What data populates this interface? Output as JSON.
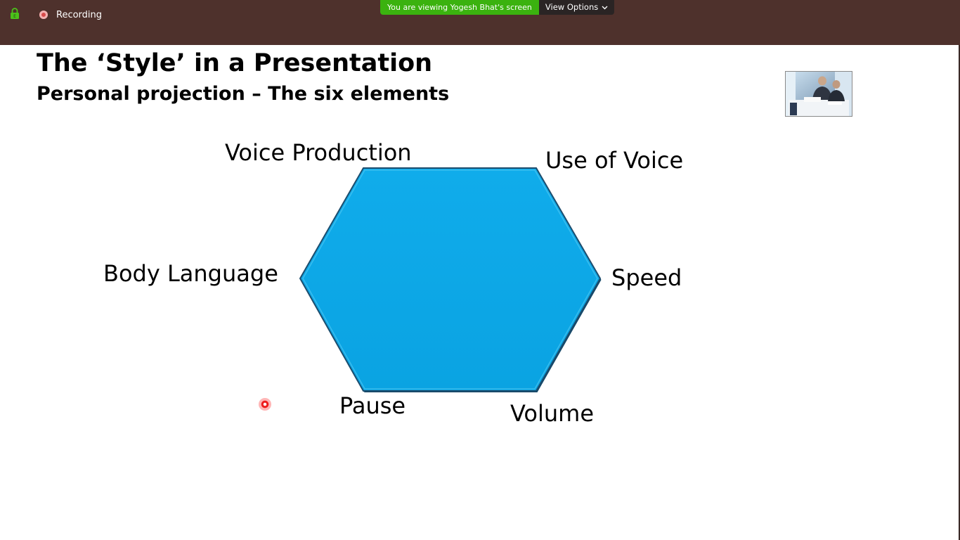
{
  "toolbar": {
    "recording_label": "Recording",
    "share_banner": "You are viewing Yogesh Bhat's screen",
    "view_options_label": "View Options"
  },
  "slide": {
    "title": "The ‘Style’ in a Presentation",
    "subtitle": "Personal projection – The six elements",
    "elements": {
      "top_left": "Voice Production",
      "top_right": "Use of Voice",
      "left": "Body Language",
      "right": "Speed",
      "bottom_left": "Pause",
      "bottom_right": "Volume"
    }
  },
  "colors": {
    "topbar": "#4e312c",
    "banner_green": "#3bb20f",
    "hexagon_fill": "#0aa7e6",
    "hexagon_edge": "#1c4d6e"
  },
  "icons": {
    "lock": "lock-icon",
    "recording": "recording-dot-icon",
    "dropdown": "chevron-down-icon",
    "laser": "laser-pointer-icon"
  }
}
